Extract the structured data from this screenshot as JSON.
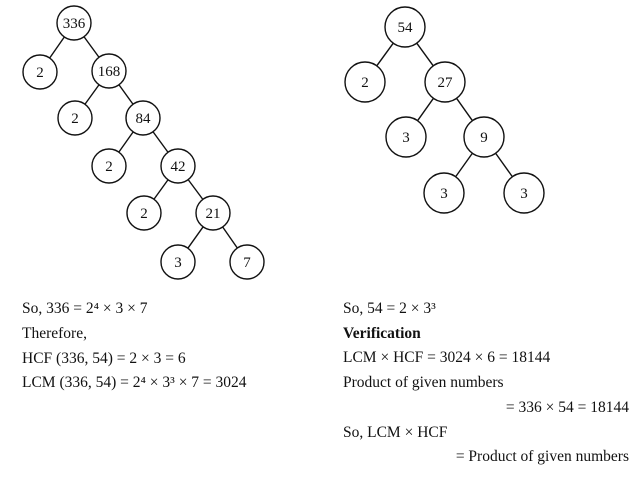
{
  "tree_336": {
    "nodes": [
      "336",
      "2",
      "168",
      "2",
      "84",
      "2",
      "42",
      "2",
      "21",
      "3",
      "7"
    ],
    "edges": [
      [
        0,
        1
      ],
      [
        0,
        2
      ],
      [
        2,
        3
      ],
      [
        2,
        4
      ],
      [
        4,
        5
      ],
      [
        4,
        6
      ],
      [
        6,
        7
      ],
      [
        6,
        8
      ],
      [
        8,
        9
      ],
      [
        8,
        10
      ]
    ]
  },
  "tree_54": {
    "nodes": [
      "54",
      "2",
      "27",
      "3",
      "9",
      "3",
      "3"
    ],
    "edges": [
      [
        0,
        1
      ],
      [
        0,
        2
      ],
      [
        2,
        3
      ],
      [
        2,
        4
      ],
      [
        4,
        5
      ],
      [
        4,
        6
      ]
    ]
  },
  "left_text": [
    "So, 336 = 2⁴ × 3 × 7",
    "Therefore,",
    "HCF (336, 54) = 2 × 3 = 6",
    "LCM (336, 54) = 2⁴ × 3³ × 7 = 3024"
  ],
  "right_text": {
    "line1": "So, 54 = 2 × 3³",
    "heading": "Verification",
    "line2": "LCM × HCF = 3024 × 6 = 18144",
    "line3": "Product of given numbers",
    "line4": "= 336 × 54 = 18144",
    "line5": "So, LCM × HCF",
    "line6": "= Product of given numbers"
  }
}
